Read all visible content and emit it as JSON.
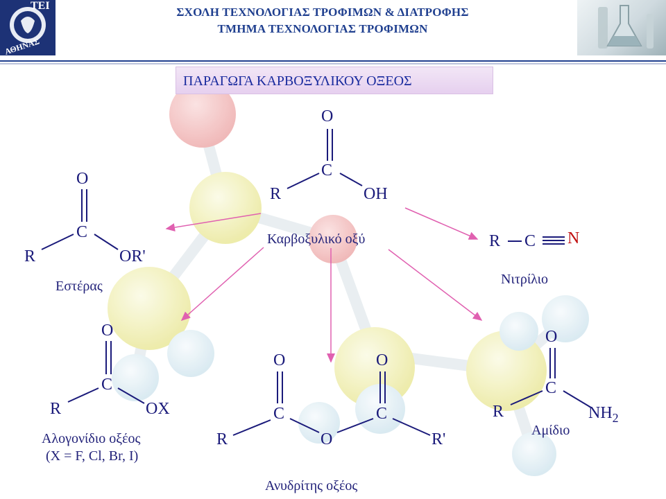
{
  "header": {
    "line1": "ΣΧΟΛΗ ΤΕΧΝΟΛΟΓΙΑΣ ΤΡΟΦΙΜΩΝ & ΔΙΑΤΡΟΦΗΣ",
    "line2": "ΤΜΗΜΑ ΤΕΧΝΟΛΟΓΙΑΣ ΤΡΟΦΙΜΩΝ",
    "logo_text": "ΤΕΙ",
    "logo_subtext": "ΑΘΗΝΑΣ"
  },
  "title": "ΠΑΡΑΓΩΓΑ ΚΑΡΒΟΞΥΛΙΚΟΥ ΟΞΕΟΣ",
  "carboxylic_acid": {
    "O": "O",
    "C": "C",
    "R": "R",
    "OH": "OH",
    "caption": "Καρβοξυλικό οξύ"
  },
  "ester": {
    "O": "O",
    "C": "C",
    "R": "R",
    "OR": "OR'",
    "caption": "Εστέρας"
  },
  "nitrile": {
    "R": "R",
    "C": "C",
    "N": "N",
    "caption": "Νιτρίλιο"
  },
  "acid_halide": {
    "O": "O",
    "C": "C",
    "R": "R",
    "OX": "OX",
    "caption1": "Αλογονίδιο οξέος",
    "caption2": "(X = F, Cl, Br, I)"
  },
  "anhydride": {
    "O1": "O",
    "O2": "O",
    "C1": "C",
    "C2": "C",
    "O_bridge": "O",
    "R": "R",
    "R2": "R'",
    "caption": "Ανυδρίτης οξέος"
  },
  "amide": {
    "O": "O",
    "C": "C",
    "R": "R",
    "NH": "NH",
    "NH_sub": "2",
    "caption": "Αμίδιο"
  },
  "colors": {
    "title_text": "#1a2b9e",
    "header_text": "#1f3f8f",
    "arrow": "#e060b0",
    "nitrogen": "#c01010"
  }
}
